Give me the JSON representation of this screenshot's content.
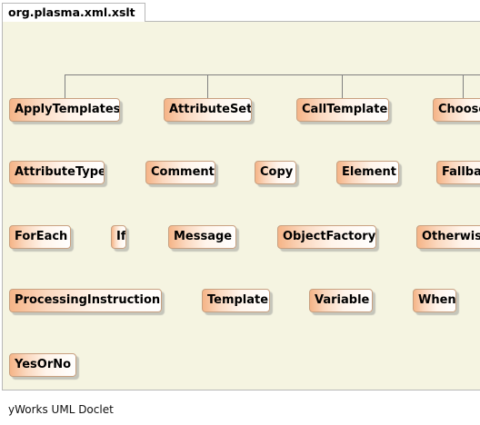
{
  "package_name": "org.plasma.xml.xslt",
  "footer": "yWorks UML Doclet",
  "colors": {
    "package_fill": "#f5f4e1",
    "node_gradient_start": "#f5b487",
    "node_gradient_end": "#ffffff",
    "edge": "#808080"
  },
  "classes": {
    "apply_templates": "ApplyTemplates",
    "attribute_set": "AttributeSet",
    "call_template": "CallTemplate",
    "choose": "Choose",
    "attribute_type": "AttributeType",
    "comment": "Comment",
    "copy": "Copy",
    "element": "Element",
    "fallback": "Fallback",
    "for_each": "ForEach",
    "if": "If",
    "message": "Message",
    "object_factory": "ObjectFactory",
    "otherwise": "Otherwise",
    "processing_instruction": "ProcessingInstruction",
    "template": "Template",
    "variable": "Variable",
    "when": "When",
    "yes_or_no": "YesOrNo"
  }
}
